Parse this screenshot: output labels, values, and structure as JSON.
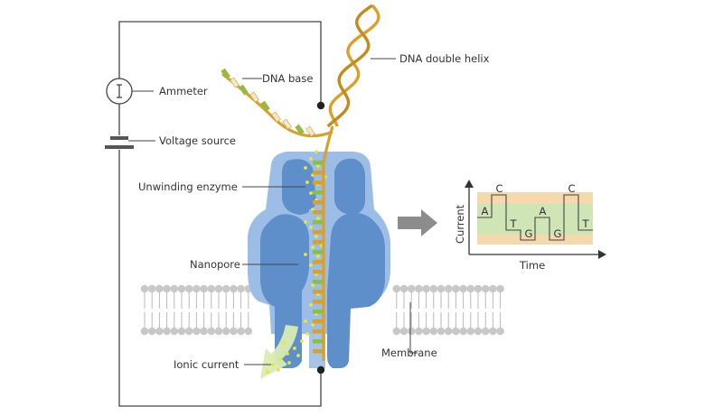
{
  "labels": {
    "ammeter": "Ammeter",
    "voltage_source": "Voltage source",
    "dna_base": "DNA base",
    "dna_double_helix": "DNA double helix",
    "unwinding_enzyme": "Unwinding enzyme",
    "nanopore": "Nanopore",
    "ionic_current": "Ionic current",
    "membrane": "Membrane"
  },
  "trace": {
    "y_axis": "Current",
    "x_axis": "Time",
    "bases": [
      "A",
      "C",
      "T",
      "G",
      "A",
      "G",
      "C",
      "T"
    ],
    "levels": [
      2,
      4,
      1,
      0,
      2,
      0,
      4,
      1
    ]
  },
  "colors": {
    "protein": "#5e8fcb",
    "protein_light": "#9cbde6",
    "dna_strand": "#d8a12a",
    "base_green": "#8cbf3f",
    "base_cream": "#f1e8c8",
    "ions": "#e4ea3c",
    "flow_arrow": "#d8ecb0",
    "membrane": "#c8c8c8",
    "band_orange": "#f5d9ad",
    "band_green": "#cfe5b6",
    "wire": "#444444"
  }
}
